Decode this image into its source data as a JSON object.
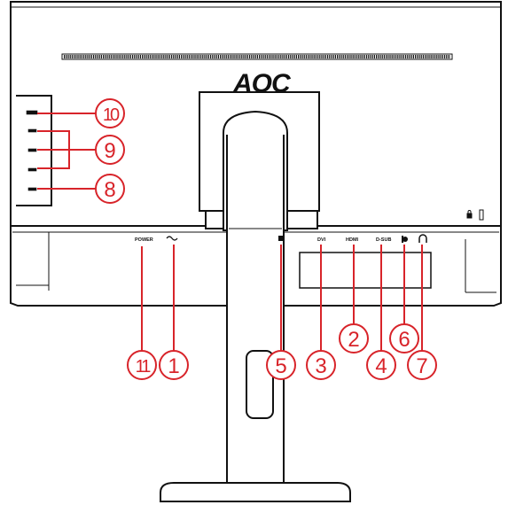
{
  "brand": {
    "logo_text": "AOC"
  },
  "port_labels": {
    "power": "POWER",
    "dvi": "DVI",
    "hdmi": "HDMI",
    "dsub": "D-SUB"
  },
  "callouts": [
    {
      "id": "1",
      "label": "1"
    },
    {
      "id": "2",
      "label": "2"
    },
    {
      "id": "3",
      "label": "3"
    },
    {
      "id": "4",
      "label": "4"
    },
    {
      "id": "5",
      "label": "5"
    },
    {
      "id": "6",
      "label": "6"
    },
    {
      "id": "7",
      "label": "7"
    },
    {
      "id": "8",
      "label": "8"
    },
    {
      "id": "9",
      "label": "9"
    },
    {
      "id": "10",
      "label": "10"
    },
    {
      "id": "11",
      "label": "11"
    }
  ],
  "colors": {
    "outline": "#111111",
    "callout": "#d8242a",
    "background": "#ffffff"
  },
  "icons": {
    "ac_input": "ac-wave-icon",
    "usb_ports": "usb-icon",
    "audio_in": "audio-in-icon",
    "headphone": "headphone-icon",
    "displayport": "displayport-icon",
    "lock": "lock-icon"
  }
}
